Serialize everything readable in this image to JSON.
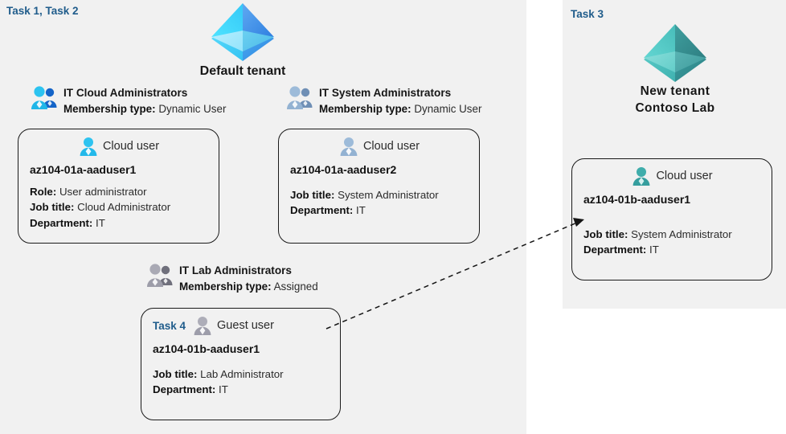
{
  "diagram": {
    "title": "Azure AD tenants, groups and users lab diagram",
    "colors": {
      "panel_bg": "#f1f1f1",
      "task_blue": "#1f5c8b",
      "outline": "#1a1a1a",
      "tenant_default_accent": "#32c5f4",
      "tenant_new_accent": "#3fb2ae",
      "user_cyan": "#29b6e8",
      "user_muted_blue": "#8da9c9",
      "user_gray": "#9a9aa2",
      "user_teal": "#3aa8a4"
    }
  },
  "panels": {
    "left": {
      "task_label": "Task 1, Task 2"
    },
    "right": {
      "task_label": "Task 3"
    }
  },
  "tenants": [
    {
      "id": "default",
      "icon": "azure-ad-tenant-icon",
      "lines": [
        "Default tenant"
      ]
    },
    {
      "id": "new",
      "icon": "azure-ad-tenant-icon",
      "lines": [
        "New  tenant",
        "Contoso Lab"
      ]
    }
  ],
  "groups": [
    {
      "id": "cloud-administrators",
      "icon": "group-users-icon",
      "name": "IT Cloud Administrators",
      "meta_label": "Membership type:",
      "meta_value": "Dynamic User"
    },
    {
      "id": "system-administrators",
      "icon": "group-users-icon",
      "name": "IT System Administrators",
      "meta_label": "Membership type:",
      "meta_value": "Dynamic User"
    },
    {
      "id": "lab-administrators",
      "icon": "group-users-icon",
      "name": "IT Lab Administrators",
      "meta_label": "Membership type:",
      "meta_value": "Assigned"
    }
  ],
  "users": [
    {
      "id": "aaduser1-a",
      "task": "",
      "icon": "cloud-user-icon",
      "kind": "Cloud user",
      "upn": "az104-01a-aaduser1",
      "props": [
        {
          "label": "Role:",
          "value": "User administrator"
        },
        {
          "label": "Job title:",
          "value": "Cloud Administrator"
        },
        {
          "label": "Department:",
          "value": "IT"
        }
      ]
    },
    {
      "id": "aaduser2-a",
      "task": "",
      "icon": "cloud-user-icon",
      "kind": "Cloud user",
      "upn": "az104-01a-aaduser2",
      "props": [
        {
          "label": "Job title:",
          "value": "System Administrator"
        },
        {
          "label": "Department:",
          "value": "IT"
        }
      ]
    },
    {
      "id": "aaduser1-b-guest",
      "task": "Task 4",
      "icon": "guest-user-icon",
      "kind": "Guest user",
      "upn": "az104-01b-aaduser1",
      "props": [
        {
          "label": "Job title:",
          "value": "Lab Administrator"
        },
        {
          "label": "Department:",
          "value": "IT"
        }
      ]
    },
    {
      "id": "aaduser1-b-cloud",
      "task": "",
      "icon": "cloud-user-icon",
      "kind": "Cloud user",
      "upn": "az104-01b-aaduser1",
      "props": [
        {
          "label": "Job title:",
          "value": "System Administrator"
        },
        {
          "label": "Department:",
          "value": "IT"
        }
      ]
    }
  ],
  "connector": {
    "id": "guest-invite-arrow",
    "style": "dashed",
    "from": "az104-01b-aaduser1 (guest in Default tenant)",
    "to": "az104-01b-aaduser1 (cloud user in Contoso Lab)"
  }
}
